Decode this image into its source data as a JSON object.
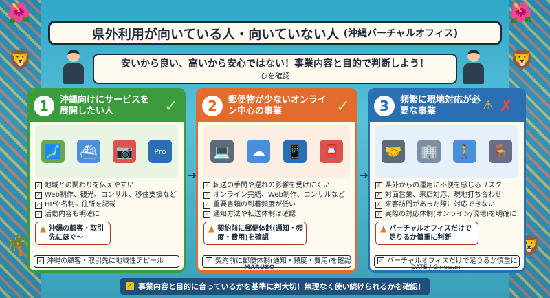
{
  "title": {
    "main": "県外利用が向いている人・向いていない人",
    "sub": "(沖縄バーチャルオフィス)"
  },
  "subtitle": {
    "line1": "安いから良い、高いから安心ではない！事業内容と目的で判断しよう！",
    "line2": "心を確認"
  },
  "panels": [
    {
      "number": "1",
      "heading": "沖縄向けにサービスを展開したい人",
      "mark": "✓",
      "illus_label": "Pro",
      "items": [
        "地域との関わりを伝えやすい",
        "Web制作、観光、コンサル、移住支援など",
        "HPや名刺に住所を記載",
        "活動内容も明確に"
      ],
      "callout": "沖縄の顧客・取引先にほぐ～",
      "footer": "沖縄の顧客・取引先に地域性アピール"
    },
    {
      "number": "2",
      "heading": "郵便物が少ないオンライン中心の事業",
      "mark": "✓",
      "items": [
        "転送の手間や遅れの影響を受けにくい",
        "オンライン完結、Web制作、コンサルなど",
        "重要書類の到着頻度が低い",
        "通知方法や転送体制は確認"
      ],
      "callout": "契約前に郵便体制(通知・頻度・費用)を確認",
      "footer": "契約前に郵便体制(通知・頻度・費用)を確認"
    },
    {
      "number": "3",
      "heading": "頻繁に現地対応が必要な事業",
      "mark": "✗",
      "items": [
        "県外からの運用に不便を感じるリスク",
        "対面営業、来店対応、現地打ち合わせ",
        "来客訪問があった際に対応できない",
        "実際の対応体制(オンライン/現地)を明確に"
      ],
      "callout": "バーチャルオフィスだけで足りるか慎重に判断",
      "footer": "バーチャルオフィスだけで足りるか慎重に"
    }
  ],
  "logo": "MARUSO",
  "date": "DATE / Ginowan",
  "bottom": "事業内容と目的に合っているかを基準に判大切！無理なく使い続けられるかを確認！",
  "colors": {
    "green": "#3a9c3e",
    "orange": "#e36b2e",
    "blue": "#2a6fb3",
    "navy": "#1f4f7a"
  }
}
